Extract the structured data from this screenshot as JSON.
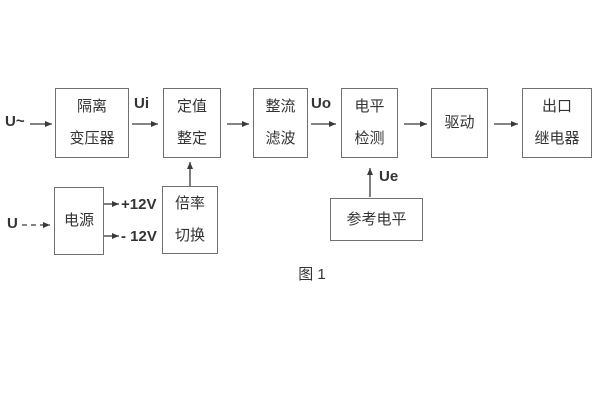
{
  "figure": {
    "caption": "图 1"
  },
  "labels": {
    "input_ac": "U~",
    "input_dc": "U",
    "signal_ui": "Ui",
    "signal_uo": "Uo",
    "signal_ue": "Ue",
    "rail_positive": "+12V",
    "rail_negative": "- 12V"
  },
  "blocks": {
    "isolation_transformer": {
      "lines": [
        "隔离",
        "变压器"
      ]
    },
    "value_setting": {
      "lines": [
        "定值",
        "整定"
      ]
    },
    "rectifier_filter": {
      "lines": [
        "整流",
        "滤波"
      ]
    },
    "level_detection": {
      "lines": [
        "电平",
        "检测"
      ]
    },
    "driver": {
      "lines": [
        "驱动"
      ]
    },
    "output_relay": {
      "lines": [
        "出口",
        "继电器"
      ]
    },
    "power_supply": {
      "lines": [
        "电源"
      ]
    },
    "ratio_switching": {
      "lines": [
        "倍率",
        "切换"
      ]
    },
    "reference_level": {
      "lines": [
        "参考电平"
      ]
    }
  },
  "colors": {
    "background": "#ffffff",
    "box_border": "#707070",
    "text": "#333333",
    "arrow": "#3a3a3a"
  }
}
